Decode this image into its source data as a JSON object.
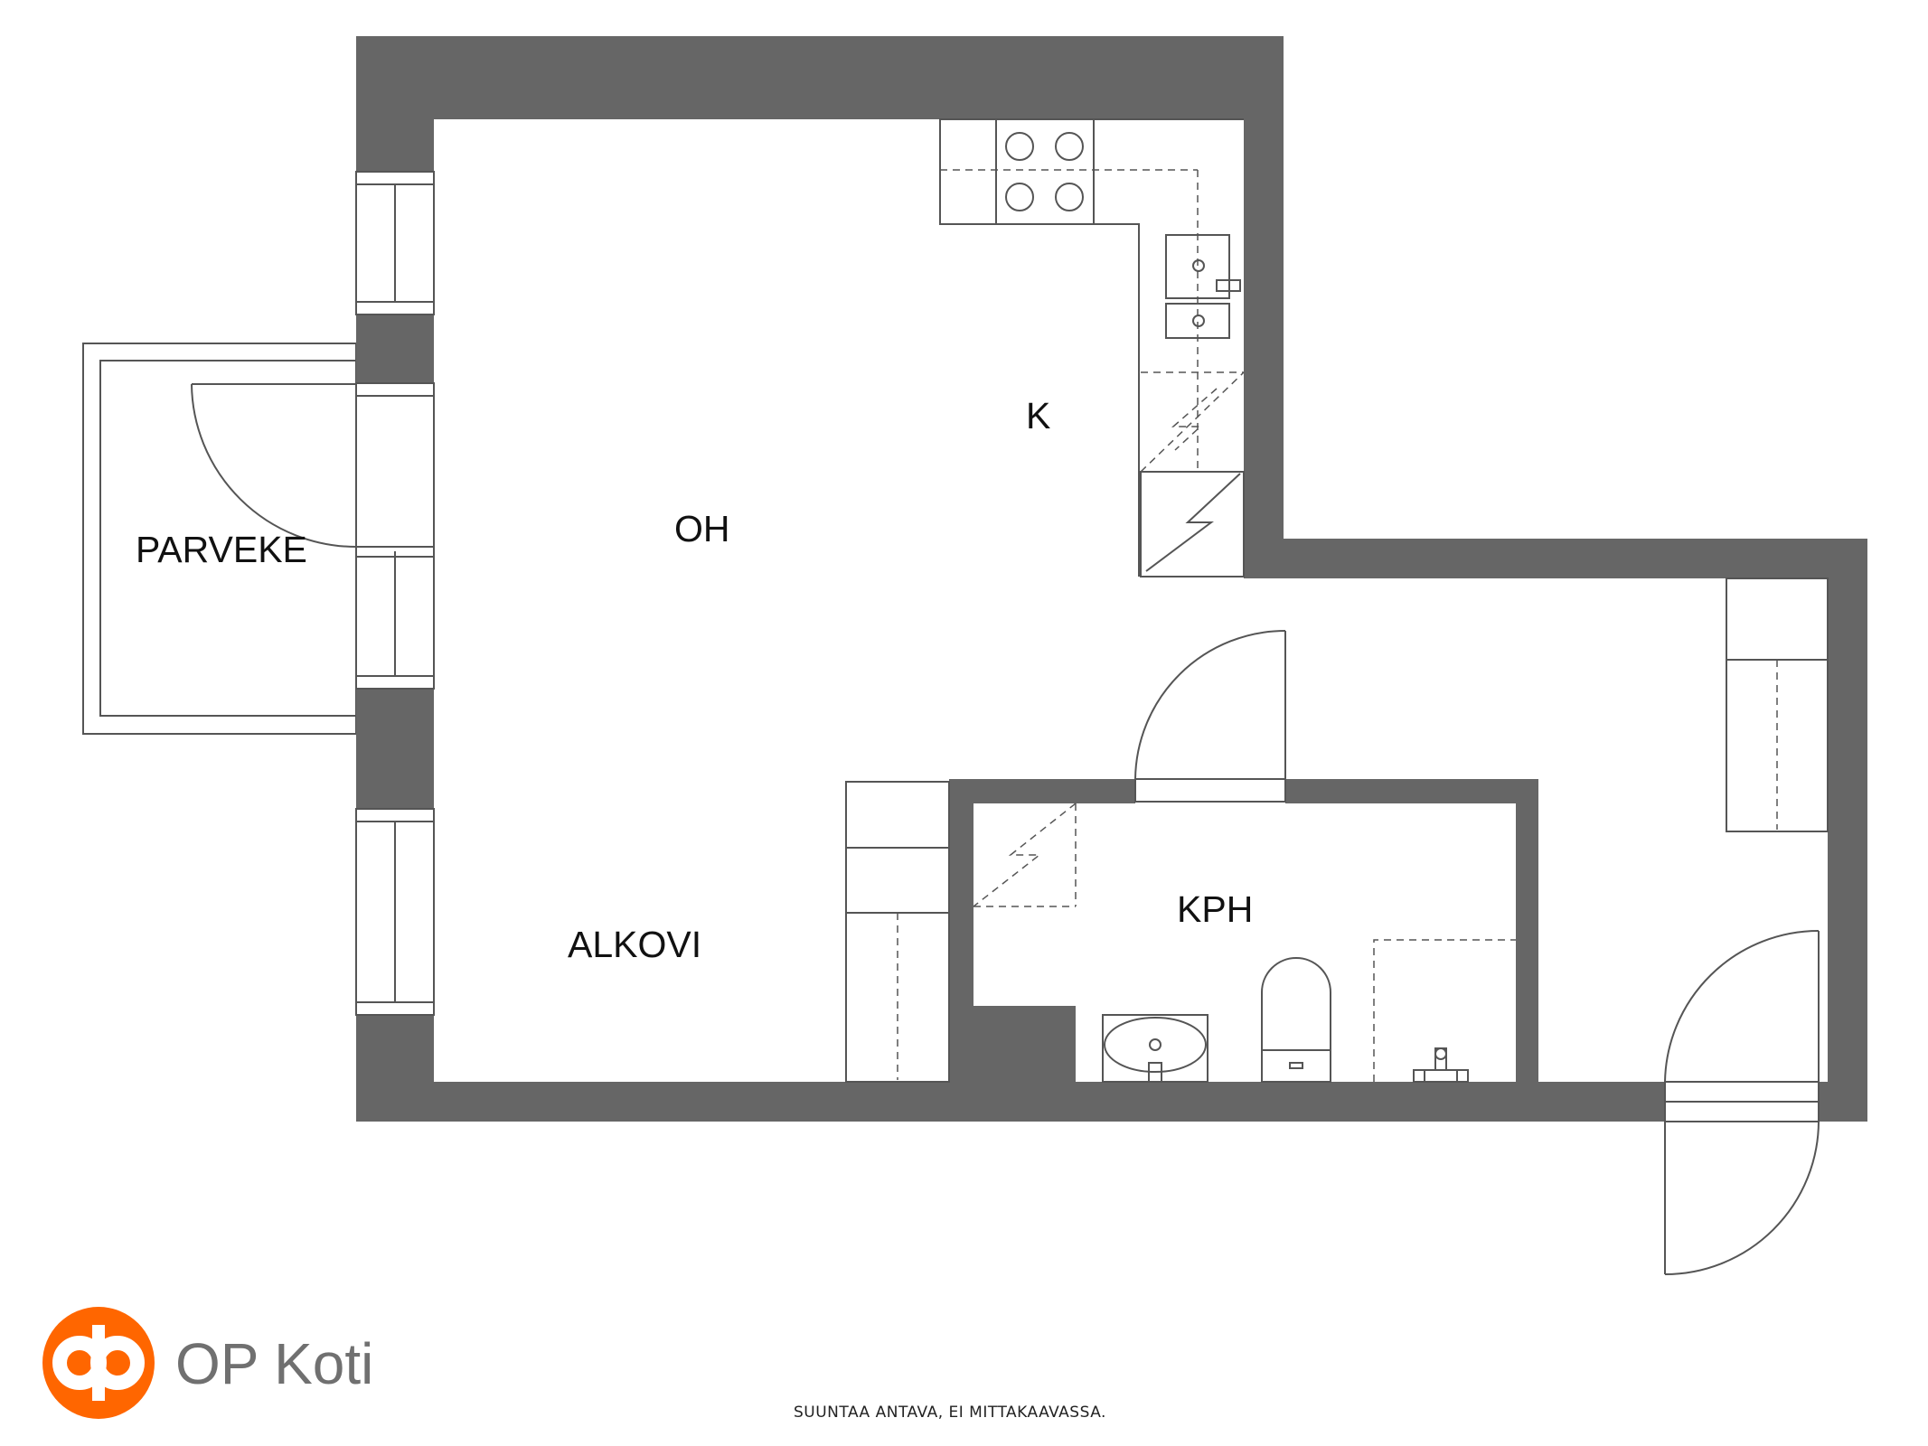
{
  "rooms": {
    "oh": "OH",
    "k": "K",
    "alkovi": "ALKOVI",
    "kph": "KPH",
    "parveke": "PARVEKE"
  },
  "footer": {
    "note": "SUUNTAA ANTAVA, EI MITTAKAAVASSA."
  },
  "brand": {
    "name": "OP Koti",
    "logo_color": "#ff6600",
    "text_color": "#707070"
  },
  "colors": {
    "wall": "#666666",
    "line": "#555555",
    "background": "#ffffff"
  }
}
